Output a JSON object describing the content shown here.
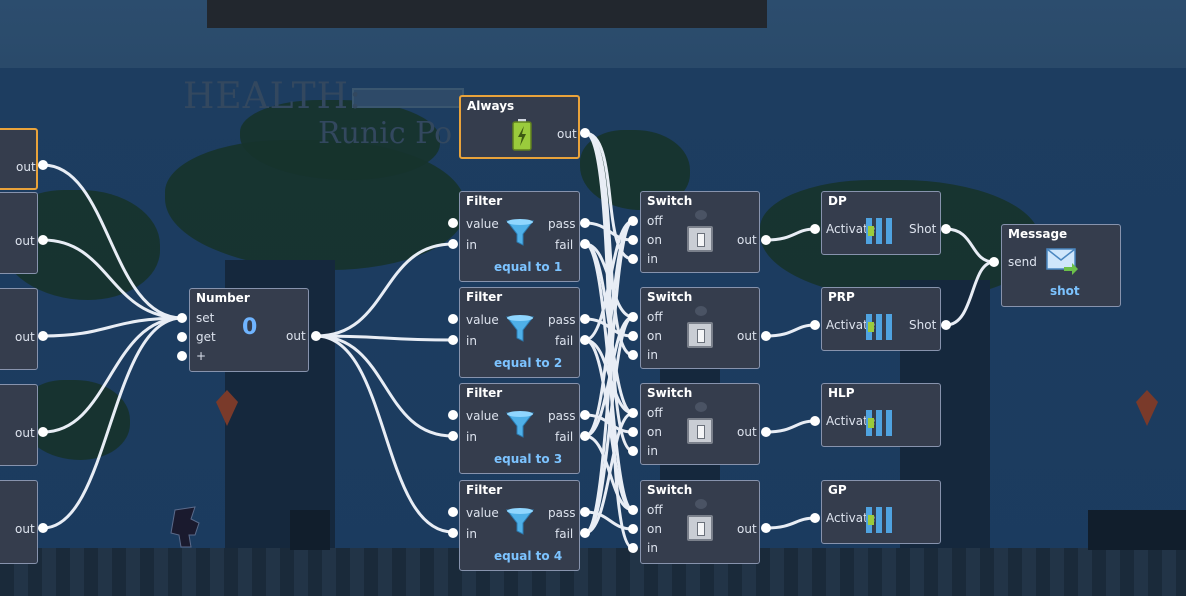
{
  "scene": {
    "hud_title": "HEALTH:",
    "hud_subtitle": "Runic Po"
  },
  "left_outputs": [
    "out",
    "out",
    "out",
    "out",
    "out"
  ],
  "always": {
    "title": "Always",
    "out": "out",
    "icon": "battery-icon"
  },
  "number": {
    "title": "Number",
    "value": "0",
    "set": "set",
    "get": "get",
    "plus": "+",
    "out": "out"
  },
  "filters": [
    {
      "title": "Filter",
      "value": "value",
      "in": "in",
      "pass": "pass",
      "fail": "fail",
      "condition": "equal to 1"
    },
    {
      "title": "Filter",
      "value": "value",
      "in": "in",
      "pass": "pass",
      "fail": "fail",
      "condition": "equal to 2"
    },
    {
      "title": "Filter",
      "value": "value",
      "in": "in",
      "pass": "pass",
      "fail": "fail",
      "condition": "equal to 3"
    },
    {
      "title": "Filter",
      "value": "value",
      "in": "in",
      "pass": "pass",
      "fail": "fail",
      "condition": "equal to 4"
    }
  ],
  "switches": [
    {
      "title": "Switch",
      "off": "off",
      "on": "on",
      "in": "in",
      "out": "out"
    },
    {
      "title": "Switch",
      "off": "off",
      "on": "on",
      "in": "in",
      "out": "out"
    },
    {
      "title": "Switch",
      "off": "off",
      "on": "on",
      "in": "in",
      "out": "out"
    },
    {
      "title": "Switch",
      "off": "off",
      "on": "on",
      "in": "in",
      "out": "out"
    }
  ],
  "actions": [
    {
      "title": "DP",
      "activate": "Activate",
      "shot": "Shot"
    },
    {
      "title": "PRP",
      "activate": "Activate",
      "shot": "Shot"
    },
    {
      "title": "HLP",
      "activate": "Activate",
      "shot": ""
    },
    {
      "title": "GP",
      "activate": "Activate",
      "shot": ""
    }
  ],
  "message": {
    "title": "Message",
    "send": "send",
    "value": "shot",
    "icon": "envelope-icon"
  },
  "colors": {
    "node_bg": "#353d4d",
    "node_border": "#8793ad",
    "selected_border": "#e9a33b",
    "wire": "#e8edf5",
    "accent": "#7cc3ff"
  }
}
